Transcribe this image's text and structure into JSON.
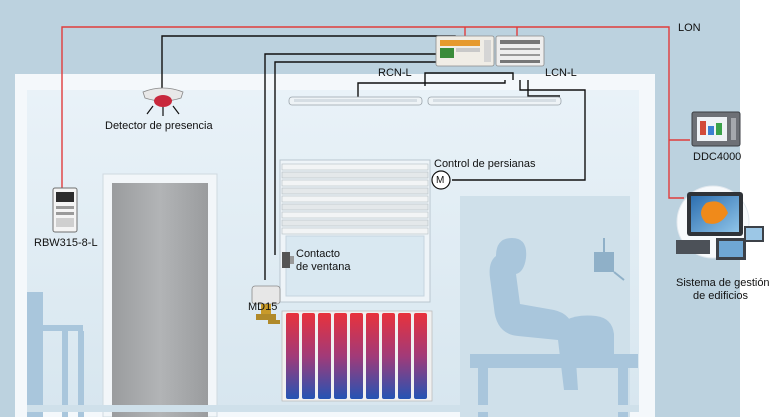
{
  "labels": {
    "lon": "LON",
    "rcn": "RCN-L",
    "lcn": "LCN-L",
    "detector": "Detector de presencia",
    "control_persianas": "Control de persianas",
    "motor_symbol": "M",
    "ddc": "DDC4000",
    "rbw": "RBW315-8-L",
    "contacto_line1": "Contacto",
    "contacto_line2": "de ventana",
    "md15": "MD15",
    "sistema_line1": "Sistema de gestión",
    "sistema_line2": "de edificios"
  },
  "colors": {
    "background": "#bcd2df",
    "room_wall": "#e3eef5",
    "room_floor": "#cfe0ea",
    "lon_bus": "#e03c3c",
    "control_wire": "#111111",
    "door": "#a3a5a7",
    "silhouette": "#a9c6dc",
    "radiator_top": "#e8323c",
    "radiator_bottom": "#2454b4"
  },
  "icons": [
    "presence-detector-icon",
    "ceiling-lamp-icon",
    "window-contact-icon",
    "blind-motor-icon",
    "room-thermostat-icon",
    "actuator-valve-icon",
    "ddc-panel-icon",
    "bms-workstation-icon"
  ]
}
